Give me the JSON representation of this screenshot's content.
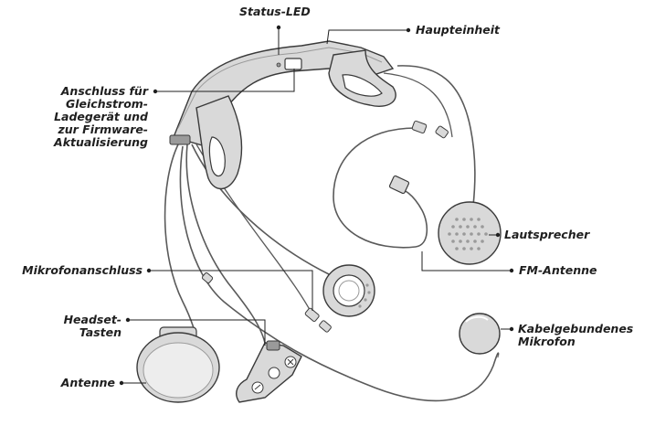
{
  "labels": {
    "status_led": "Status-LED",
    "haupteinheit": "Haupteinheit",
    "anschluss": "Anschluss für\nGleichstrom-\nLadegerät und\nzur Firmware-\nAktualisierung",
    "lautsprecher": "Lautsprecher",
    "fm_antenne": "FM-Antenne",
    "mikrofonanschluss": "Mikrofonanschluss",
    "headset_tasten": "Headset-\nTasten",
    "antenne": "Antenne",
    "kabelgebundenes_mikrofon": "Kabelgebundenes\nMikrofon"
  },
  "colors": {
    "device_fill": "#d9d9d9",
    "device_dark": "#9a9a9a",
    "outline": "#3a3a3a",
    "cable": "#5a5a5a",
    "leader": "#1f1f1f"
  }
}
